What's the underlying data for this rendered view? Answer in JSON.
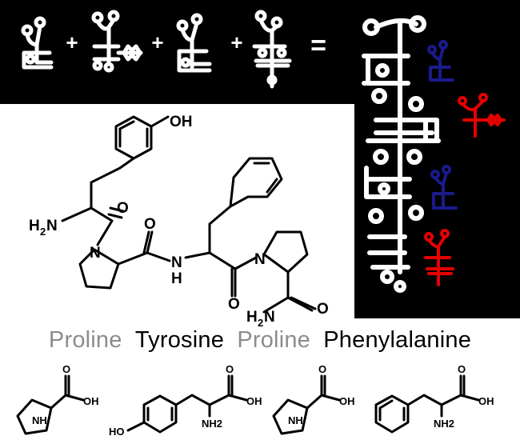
{
  "colors": {
    "background": "#ffffff",
    "panel": "#000000",
    "glyph": "#ffffff",
    "blue_glyph": "#1a1a8c",
    "red_glyph": "#e60000",
    "proline_text": "#8c8c8c",
    "other_text": "#000000"
  },
  "equation": {
    "plus_symbol": "+",
    "equals_symbol": "="
  },
  "peptide_labels": {
    "hydroxyl": "OH",
    "amine_h": "H",
    "amine_2": "2",
    "amine_n": "N",
    "ring_n_1": "N",
    "amide_n": "N",
    "amide_h": "H",
    "ring_n_2": "N",
    "o_1": "O",
    "o_2": "O",
    "o_3": "O",
    "o_4": "O",
    "tail_h": "H",
    "tail_2": "2",
    "tail_n": "N"
  },
  "sequence": [
    {
      "name": "Proline",
      "kind": "proline"
    },
    {
      "name": "Tyrosine",
      "kind": "other"
    },
    {
      "name": "Proline",
      "kind": "proline"
    },
    {
      "name": "Phenylalanine",
      "kind": "other"
    }
  ],
  "amino_acids": {
    "proline_1": {
      "nh": "NH",
      "oh": "OH",
      "o": "O"
    },
    "tyrosine": {
      "ho": "HO",
      "nh2": "NH2",
      "oh": "OH",
      "o": "O"
    },
    "proline_2": {
      "nh": "NH",
      "oh": "OH",
      "o": "O"
    },
    "phenylalanine": {
      "nh2": "NH2",
      "oh": "OH",
      "o": "O"
    }
  }
}
